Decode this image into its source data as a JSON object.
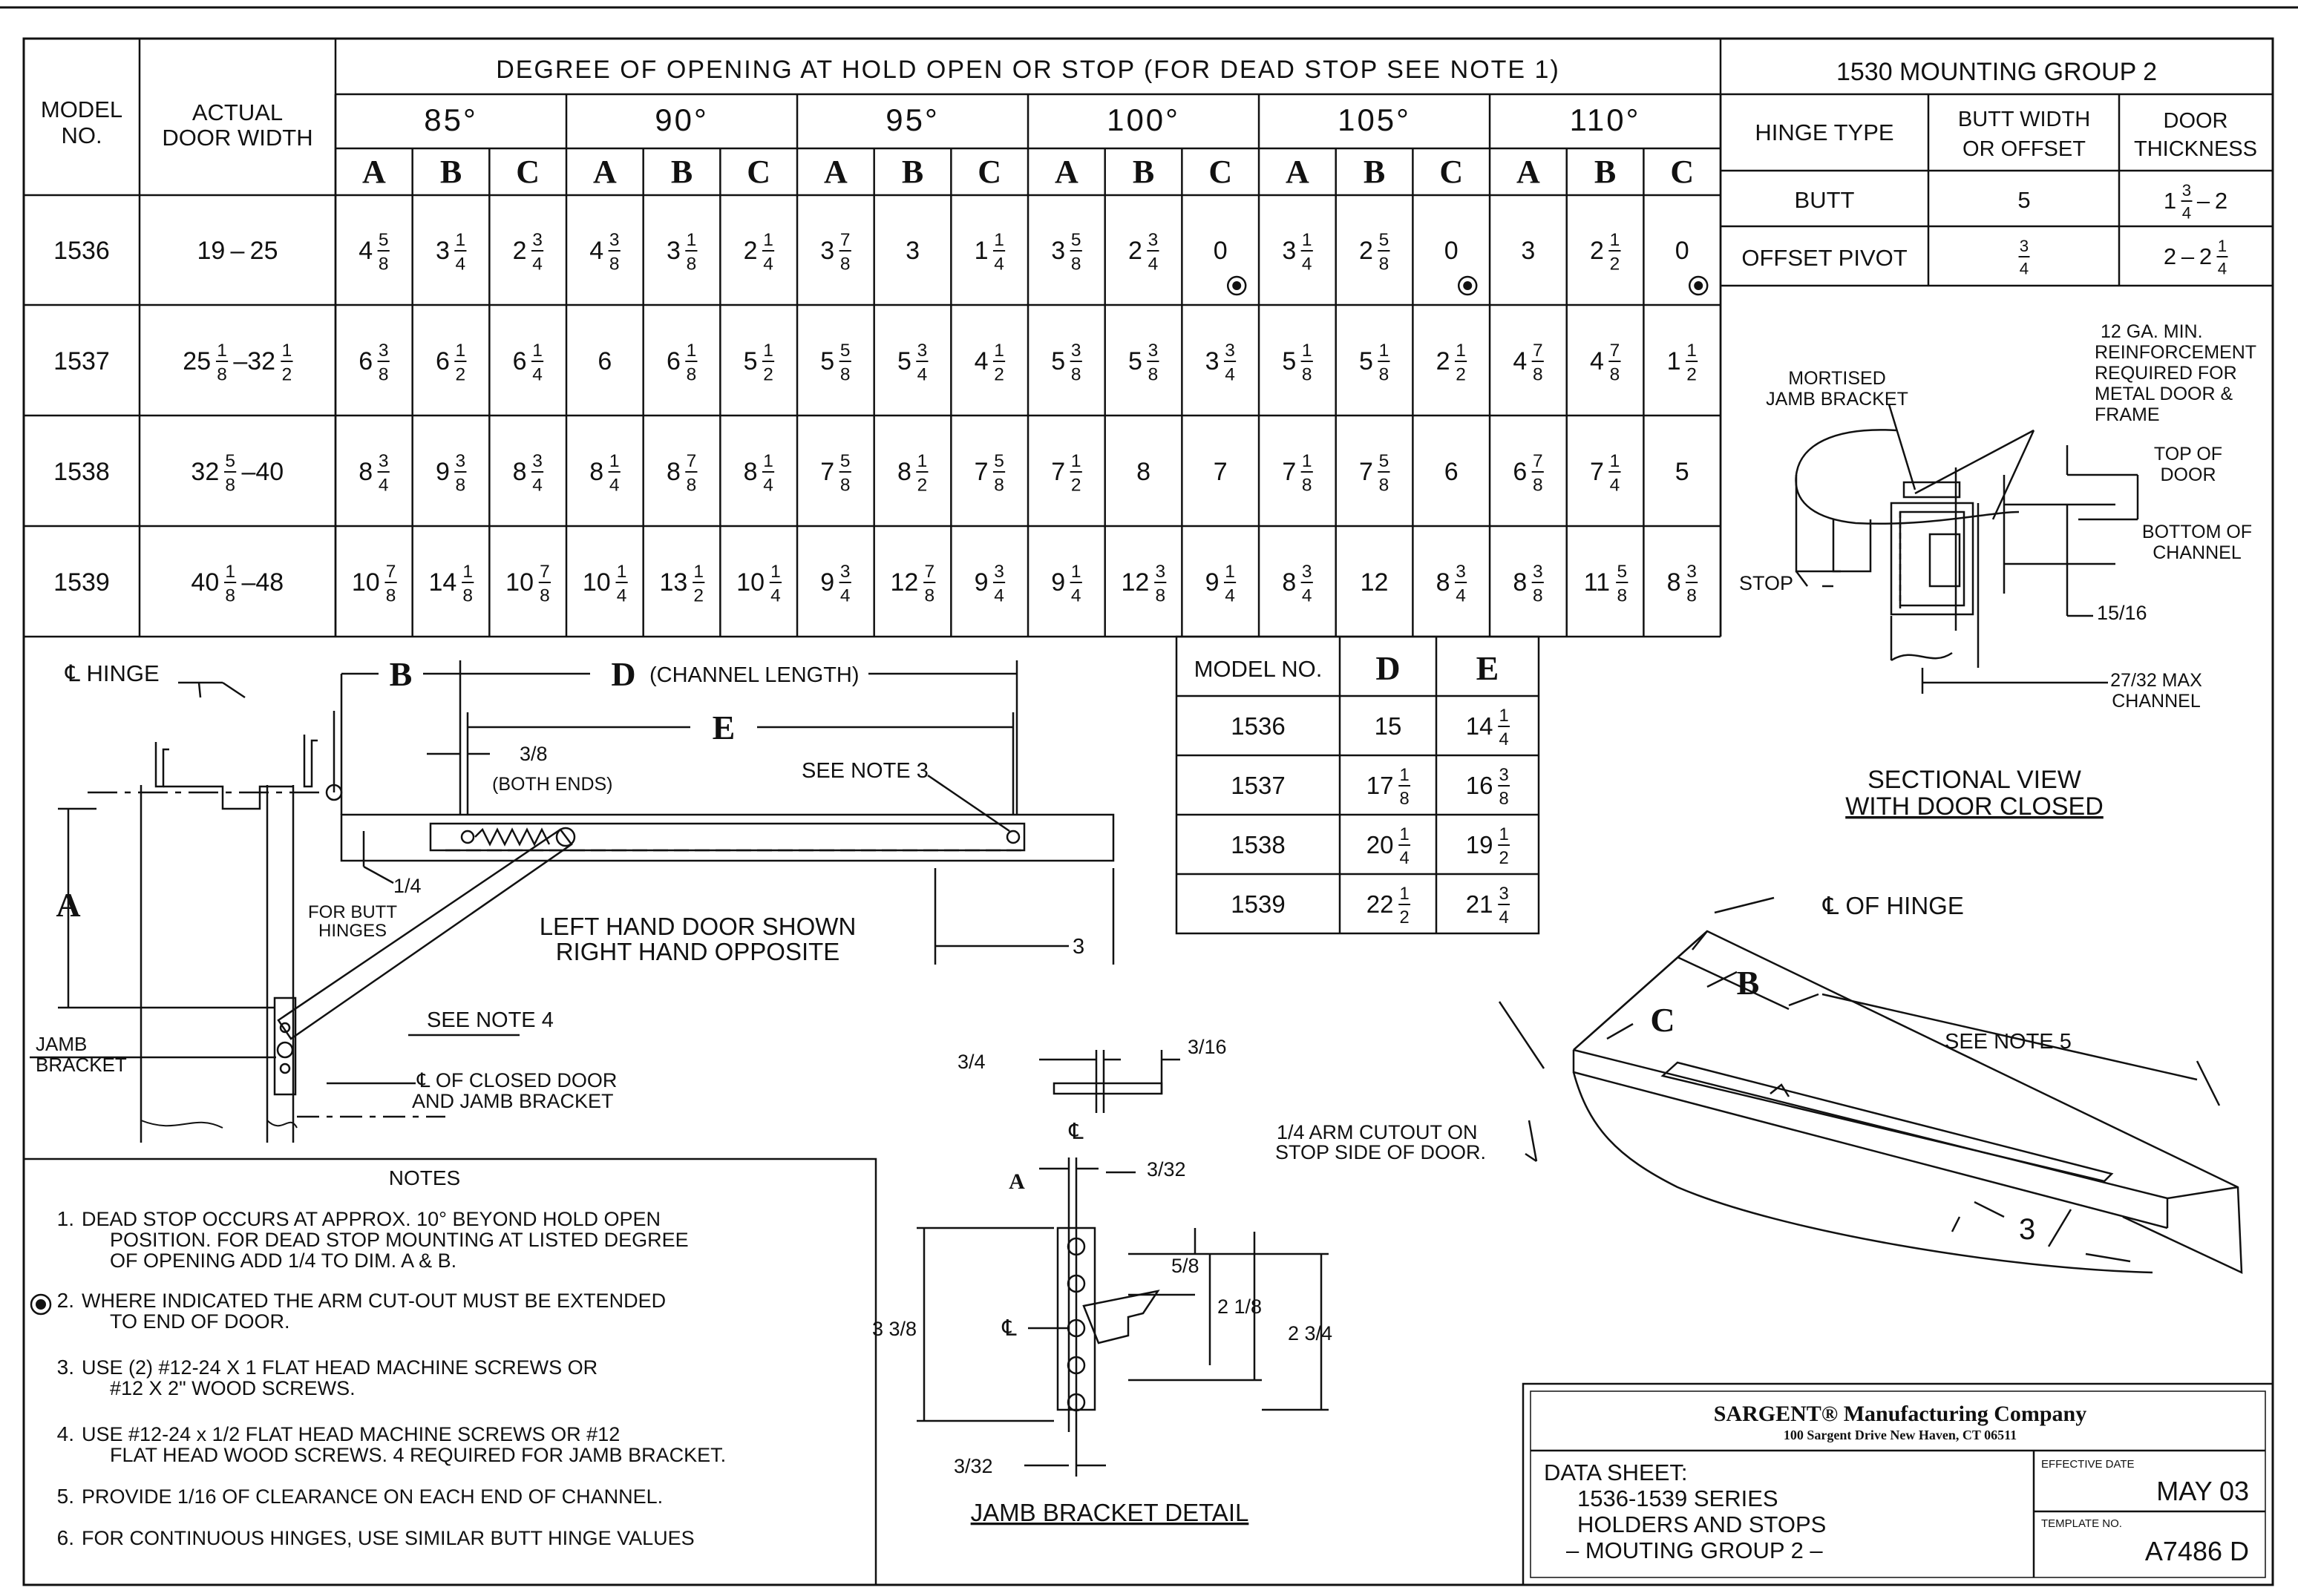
{
  "main_table": {
    "col_model": [
      "MODEL",
      "NO."
    ],
    "col_width": [
      "ACTUAL",
      "DOOR WIDTH"
    ],
    "header": "DEGREE OF OPENING AT HOLD OPEN OR STOP (FOR DEAD STOP SEE NOTE 1)",
    "degrees": [
      "85°",
      "90°",
      "95°",
      "100°",
      "105°",
      "110°"
    ],
    "sub_cols": [
      "A",
      "B",
      "C"
    ],
    "rows": [
      {
        "model": "1536",
        "width": "19  –  25",
        "cells": [
          "4 5/8",
          "3 1/4",
          "2 3/4",
          "4 3/8",
          "3 1/8",
          "2 1/4",
          "3 7/8",
          "3",
          "1 1/4",
          "3 5/8",
          "2 3/4",
          "0",
          "3 1/4",
          "2 5/8",
          "0",
          "3",
          "2 1/2",
          "0"
        ]
      },
      {
        "model": "1537",
        "width": "25 1/8  –32 1/2",
        "cells": [
          "6 3/8",
          "6 1/2",
          "6 1/4",
          "6",
          "6 1/8",
          "5 1/2",
          "5 5/8",
          "5 3/4",
          "4 1/2",
          "5 3/8",
          "5 3/8",
          "3 3/4",
          "5 1/8",
          "5 1/8",
          "2 1/2",
          "4 7/8",
          "4 7/8",
          "1 1/2"
        ]
      },
      {
        "model": "1538",
        "width": "32 5/8  –40",
        "cells": [
          "8 3/4",
          "9 3/8",
          "8 3/4",
          "8 1/4",
          "8 7/8",
          "8 1/4",
          "7 5/8",
          "8 1/2",
          "7 5/8",
          "7 1/2",
          "8",
          "7",
          "7 1/8",
          "7 5/8",
          "6",
          "6 7/8",
          "7 1/4",
          "5"
        ]
      },
      {
        "model": "1539",
        "width": "40 1/8  –48",
        "cells": [
          "10 7/8",
          "14 1/8",
          "10 7/8",
          "10 1/4",
          "13 1/2",
          "10 1/4",
          "9 3/4",
          "12 7/8",
          "9 3/4",
          "9 1/4",
          "12 3/8",
          "9 1/4",
          "8 3/4",
          "12",
          "8 3/4",
          "8 3/8",
          "11 5/8",
          "8 3/8"
        ]
      }
    ]
  },
  "mounting": {
    "title": "1530 MOUNTING GROUP 2",
    "headers": [
      "HINGE TYPE",
      "BUTT WIDTH OR OFFSET",
      "DOOR THICKNESS"
    ],
    "rows": [
      {
        "type": "BUTT",
        "width": "5",
        "thick": "1 3/4 – 2"
      },
      {
        "type": "OFFSET PIVOT",
        "width": "3/4",
        "thick": "2 – 2 1/4"
      }
    ]
  },
  "sectional": {
    "labels": {
      "reinforcement": [
        "12 GA. MIN.",
        "REINFORCEMENT",
        "REQUIRED FOR",
        "METAL DOOR &",
        "FRAME"
      ],
      "mortised": [
        "MORTISED",
        "JAMB BRACKET"
      ],
      "top": [
        "TOP OF",
        "DOOR"
      ],
      "bottom": [
        "BOTTOM OF",
        "CHANNEL"
      ],
      "stop": "STOP",
      "dim1": "15/16",
      "dim2": [
        "27/32 MAX",
        "CHANNEL"
      ]
    },
    "title": [
      "SECTIONAL VIEW",
      "WITH DOOR CLOSED"
    ]
  },
  "de_table": {
    "headers": [
      "MODEL NO.",
      "D",
      "E"
    ],
    "rows": [
      {
        "model": "1536",
        "d": "15",
        "e": "14 1/4"
      },
      {
        "model": "1537",
        "d": "17 1/8",
        "e": "16 3/8"
      },
      {
        "model": "1538",
        "d": "20 1/4",
        "e": "19 1/2"
      },
      {
        "model": "1539",
        "d": "22 1/2",
        "e": "21 3/4"
      }
    ]
  },
  "plan": {
    "hinge": "℄ HINGE",
    "b": "B",
    "d": "D",
    "channel_length": "(CHANNEL LENGTH)",
    "e": "E",
    "three_eighths": "3/8",
    "both_ends": "(BOTH ENDS)",
    "see_note_3": "SEE NOTE 3",
    "a": "A",
    "quarter": "1/4",
    "butt_hinges": [
      "FOR BUTT",
      "HINGES"
    ],
    "door_shown": [
      "LEFT HAND DOOR SHOWN",
      "RIGHT HAND OPPOSITE"
    ],
    "three": "3",
    "see_note_4": "SEE NOTE 4",
    "jamb_bracket": [
      "JAMB",
      "BRACKET"
    ],
    "closed_door": [
      "℄ OF CLOSED DOOR",
      "AND JAMB BRACKET"
    ]
  },
  "iso": {
    "hinge": "℄ OF HINGE",
    "b": "B",
    "c": "C",
    "see_note_5": "SEE NOTE 5",
    "cutout": [
      "1/4 ARM CUTOUT ON",
      "STOP SIDE OF DOOR."
    ],
    "three": "3"
  },
  "jamb_detail": {
    "title": "JAMB BRACKET DETAIL",
    "d34": "3/4",
    "d316": "3/16",
    "cl": "℄",
    "d332a": "3/32",
    "a": "A",
    "d58": "5/8",
    "d218": "2 1/8",
    "d338": "3 3/8",
    "d234": "2 3/4",
    "cl2": "℄",
    "d332b": "3/32"
  },
  "notes": {
    "title": "NOTES",
    "items": [
      {
        "num": "1.",
        "lines": [
          "DEAD STOP OCCURS AT APPROX. 10° BEYOND HOLD OPEN",
          "POSITION. FOR DEAD STOP MOUNTING AT LISTED DEGREE",
          "OF OPENING ADD 1/4 TO DIM. A & B."
        ]
      },
      {
        "num": "2.",
        "lines": [
          "WHERE INDICATED THE ARM CUT-OUT MUST BE EXTENDED",
          "TO END OF DOOR."
        ]
      },
      {
        "num": "3.",
        "lines": [
          "USE (2) #12-24 X 1 FLAT HEAD MACHINE SCREWS OR",
          "#12 X 2\" WOOD SCREWS."
        ]
      },
      {
        "num": "4.",
        "lines": [
          "USE #12-24 x 1/2 FLAT HEAD MACHINE SCREWS OR #12",
          "FLAT HEAD WOOD SCREWS. 4 REQUIRED FOR JAMB BRACKET."
        ]
      },
      {
        "num": "5.",
        "lines": [
          "PROVIDE 1/16 OF CLEARANCE ON EACH END OF CHANNEL."
        ]
      },
      {
        "num": "6.",
        "lines": [
          "FOR CONTINUOUS HINGES, USE SIMILAR BUTT HINGE VALUES"
        ]
      }
    ]
  },
  "title_block": {
    "company": "SARGENT® Manufacturing Company",
    "address": "100 Sargent Drive New Haven, CT 06511",
    "data_sheet": [
      "DATA SHEET:",
      "1536-1539 SERIES",
      "HOLDERS AND STOPS",
      "– MOUTING GROUP 2 –"
    ],
    "eff_label": "EFFECTIVE DATE",
    "eff_value": "MAY 03",
    "tmpl_label": "TEMPLATE NO.",
    "tmpl_value": "A7486 D"
  }
}
